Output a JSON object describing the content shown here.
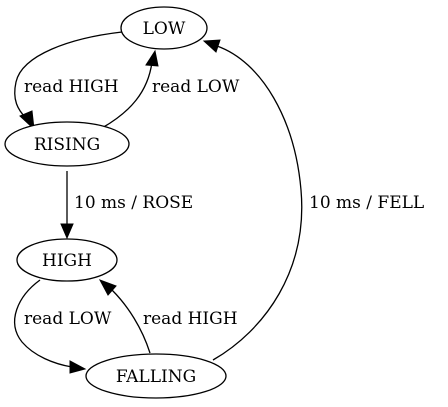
{
  "diagram": {
    "nodes": {
      "low": "LOW",
      "rising": "RISING",
      "high": "HIGH",
      "falling": "FALLING"
    },
    "edges": {
      "low_to_rising": "read HIGH",
      "rising_to_low": "read LOW",
      "rising_to_high": "10 ms / ROSE",
      "high_to_falling": "read LOW",
      "falling_to_high": "read HIGH",
      "falling_to_low": "10 ms / FELL"
    },
    "colors": {
      "stroke": "#000000",
      "fill": "#ffffff",
      "background": "#ffffff"
    }
  }
}
